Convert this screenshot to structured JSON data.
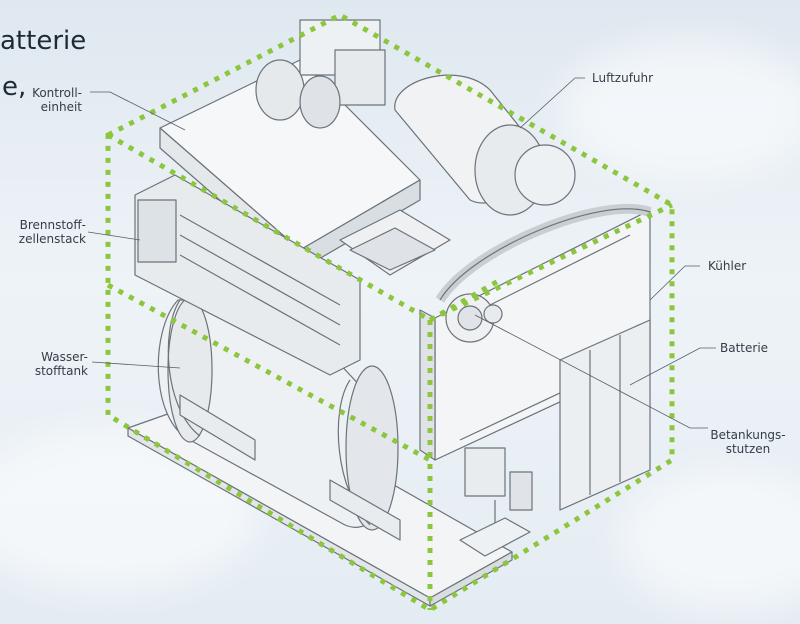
{
  "background_text": [
    "atterie",
    "e,"
  ],
  "labels": {
    "kontrolleinheit": [
      "Kontroll-",
      "einheit"
    ],
    "luftzufuhr": "Luftzufuhr",
    "brennstoff": [
      "Brennstoff-",
      "zellenstack"
    ],
    "kuehler": "Kühler",
    "batterie": "Batterie",
    "wasserstoff": [
      "Wasser-",
      "stofftank"
    ],
    "betankung": [
      "Betankungs-",
      "stutzen"
    ]
  },
  "colors": {
    "dotted_outline": "#8cc63f",
    "line_art": "#6b737b",
    "leader": "#555d66"
  }
}
